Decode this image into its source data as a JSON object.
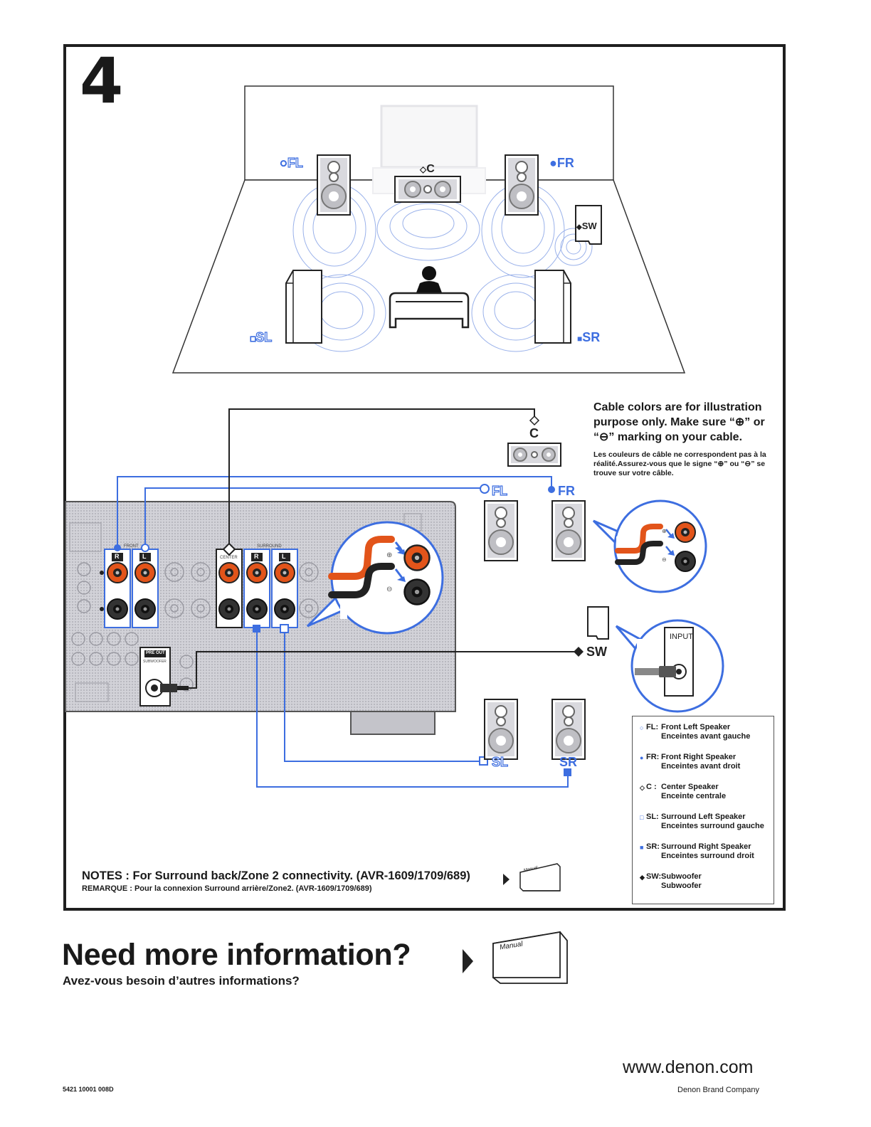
{
  "step": {
    "number": "4"
  },
  "speakers": {
    "fl": {
      "code": "FL",
      "marker": "○"
    },
    "fr": {
      "code": "FR",
      "marker": "●"
    },
    "c": {
      "code": "C",
      "marker": "◇"
    },
    "sw": {
      "code": "SW",
      "marker": "◆"
    },
    "sl": {
      "code": "SL",
      "marker": "□"
    },
    "sr": {
      "code": "SR",
      "marker": "■"
    }
  },
  "receiver": {
    "front_label": "FRONT",
    "center_label": "CENTER",
    "surround_label": "SURROUND",
    "channel_r": "R",
    "channel_l": "L",
    "pre_out_label": "PRE OUT",
    "subwoofer_label": "SUBWOOFER",
    "plus_sign": "⊕",
    "minus_sign": "⊖"
  },
  "subwoofer_input_label": "INPUT",
  "cable_note": {
    "en": "Cable colors are for illustration purpose only. Make sure “⊕” or “⊖” marking on your cable.",
    "fr": "Les couleurs de câble ne correspondent pas à la réalité.Assurez-vous que le signe “⊕” ou “⊖” se trouve sur votre câble."
  },
  "legend": [
    {
      "marker": "○",
      "code": "FL:",
      "en": "Front Left Speaker",
      "fr": "Enceintes avant gauche"
    },
    {
      "marker": "●",
      "code": "FR:",
      "en": "Front Right Speaker",
      "fr": "Enceintes avant droit"
    },
    {
      "marker": "◇",
      "code": "C :",
      "en": "Center Speaker",
      "fr": "Enceinte centrale"
    },
    {
      "marker": "□",
      "code": "SL:",
      "en": "Surround Left Speaker",
      "fr": "Enceintes surround gauche"
    },
    {
      "marker": "■",
      "code": "SR:",
      "en": "Surround Right Speaker",
      "fr": "Enceintes surround droit"
    },
    {
      "marker": "◆",
      "code": "SW:",
      "en": "Subwoofer",
      "fr": "Subwoofer"
    }
  ],
  "notes": {
    "en": "NOTES : For Surround back/Zone 2 connectivity. (AVR-1609/1709/689)",
    "fr": "REMARQUE : Pour la connexion Surround arrière/Zone2. (AVR-1609/1709/689)",
    "manual_label": "Manual"
  },
  "footer": {
    "headline": "Need more information?",
    "subheadline": "Avez-vous besoin d’autres informations?",
    "manual_label": "Manual",
    "website": "www.denon.com",
    "brand": "Denon Brand Company",
    "part_number": "5421 10001 008D"
  },
  "colors": {
    "accent_blue": "#3d6ee0",
    "terminal_red": "#e2541a",
    "frame": "#1f1f1f"
  }
}
